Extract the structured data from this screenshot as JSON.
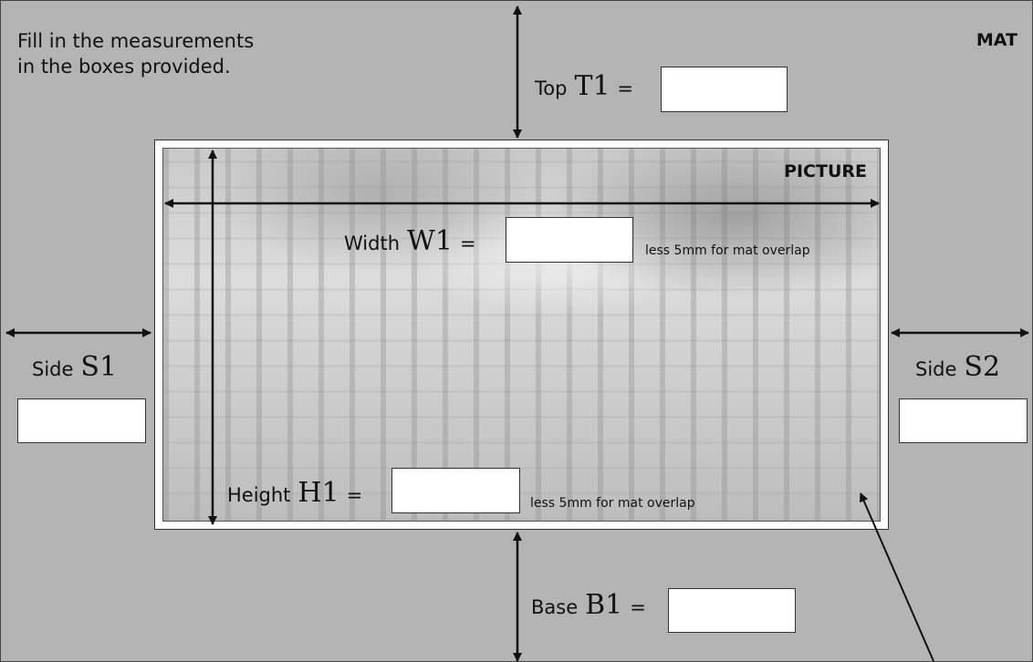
{
  "instructions": [
    "Fill in the measurements",
    "in the boxes provided."
  ],
  "mat_label": "MAT",
  "picture_label": "PICTURE",
  "top": {
    "label": "Top",
    "var": "T1",
    "eq": "=",
    "value": ""
  },
  "width": {
    "label": "Width",
    "var": "W1",
    "eq": "=",
    "value": "",
    "note": "less 5mm for mat overlap"
  },
  "height": {
    "label": "Height",
    "var": "H1",
    "eq": "=",
    "value": "",
    "note": "less 5mm for mat overlap"
  },
  "side_left": {
    "label": "Side",
    "var": "S1",
    "value": ""
  },
  "side_right": {
    "label": "Side",
    "var": "S2",
    "value": ""
  },
  "base": {
    "label": "Base",
    "var": "B1",
    "eq": "=",
    "value": ""
  },
  "colors": {
    "mat": "#b4b4b4",
    "frame": "#ffffff",
    "ink": "#111111"
  }
}
